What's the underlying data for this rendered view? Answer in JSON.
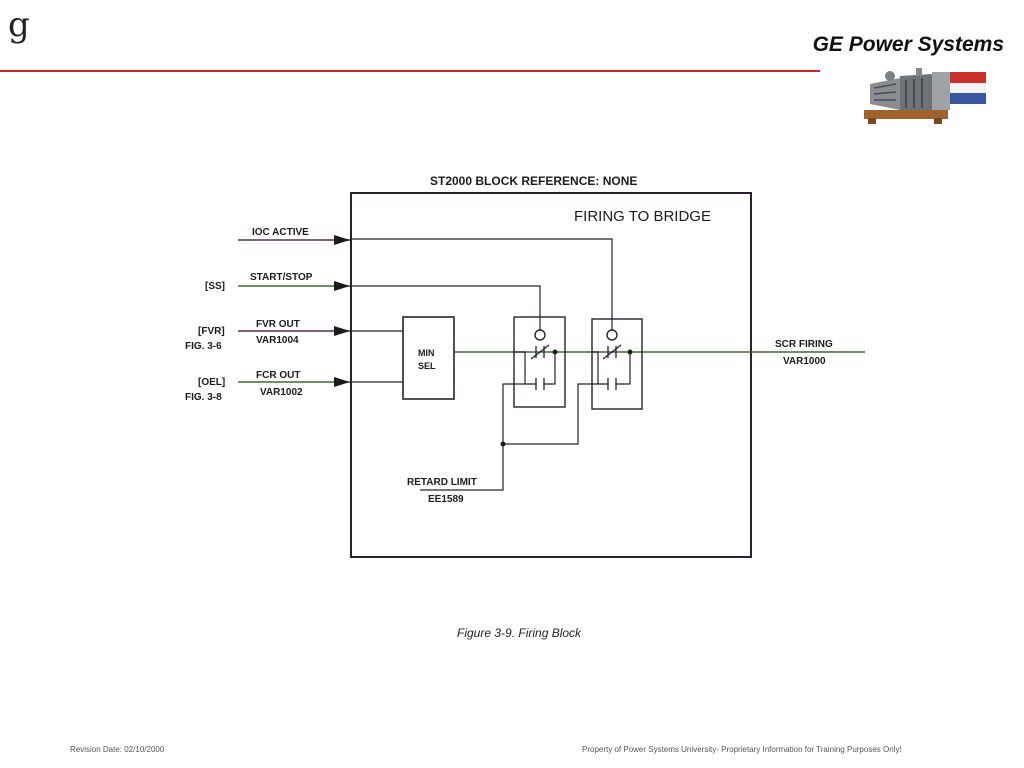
{
  "header": {
    "logo": "g",
    "brand": "GE  Power Systems"
  },
  "diagram": {
    "block_reference": "ST2000  BLOCK  REFERENCE:  NONE",
    "block_title": "FIRING  TO  BRIDGE",
    "inputs": {
      "ioc_active": "IOC  ACTIVE",
      "ss_tag": "[SS]",
      "start_stop": "START/STOP",
      "fvr_tag": "[FVR]",
      "fvr_fig": "FIG.  3-6",
      "fvr_out": "FVR  OUT",
      "fvr_var": "VAR1004",
      "oel_tag": "[OEL]",
      "oel_fig": "FIG.  3-8",
      "fcr_out": "FCR  OUT",
      "fcr_var": "VAR1002",
      "retard_limit": "RETARD  LIMIT",
      "retard_var": "EE1589"
    },
    "min_sel": [
      "MIN",
      "SEL"
    ],
    "output": {
      "label": "SCR  FIRING",
      "var": "VAR1000"
    },
    "caption": "Figure 3-9.  Firing Block"
  },
  "footer": {
    "revision": "Revision Date: 02/10/2000",
    "property": "Property of Power Systems University- Proprietary Information for Training Purposes Only!"
  },
  "colors": {
    "accent_rule": "#d42020",
    "wire_dark": "#2a2030",
    "wire_green": "#3f6a34",
    "wire_purple": "#5a2a55"
  }
}
